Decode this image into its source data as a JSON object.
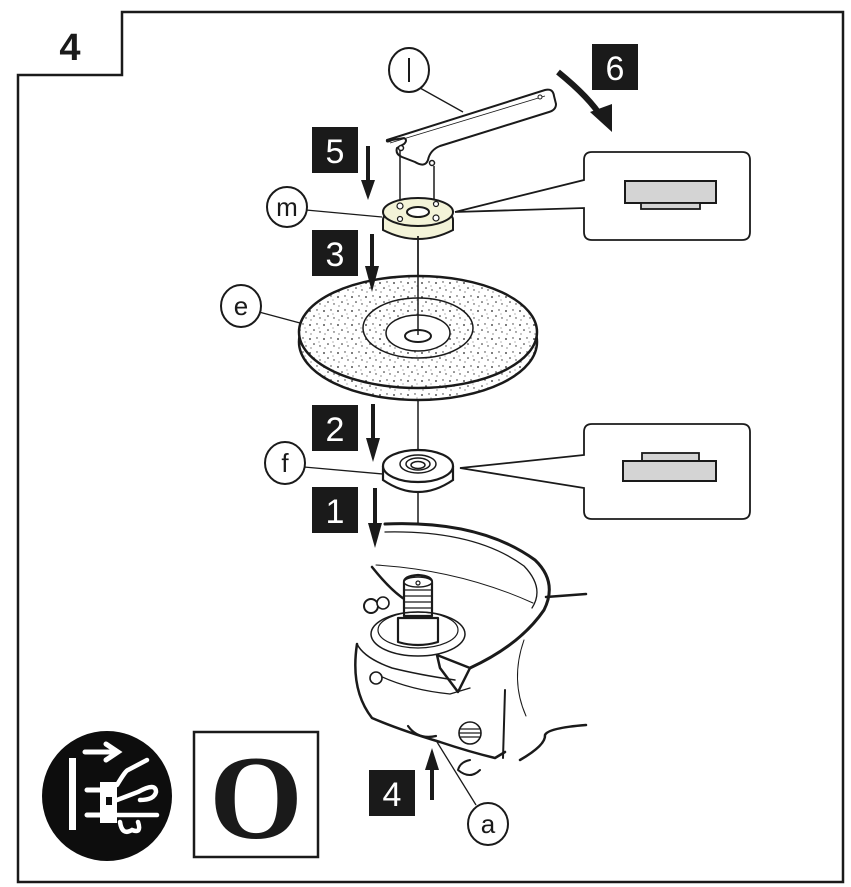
{
  "figure": {
    "number": "4",
    "type": "assembly-instruction-diagram",
    "subject": "angle grinder wheel mounting"
  },
  "steps": [
    {
      "label": "1",
      "direction": "down",
      "target": "guard"
    },
    {
      "label": "2",
      "direction": "down",
      "target": "inner-flange"
    },
    {
      "label": "3",
      "direction": "down",
      "target": "grinding-wheel"
    },
    {
      "label": "4",
      "direction": "up",
      "target": "spindle-lock-button"
    },
    {
      "label": "5",
      "direction": "down",
      "target": "lock-nut"
    },
    {
      "label": "6",
      "direction": "clockwise-tighten",
      "target": "spanner"
    }
  ],
  "parts": {
    "a": {
      "letter": "a",
      "name": "spindle-lock-button"
    },
    "e": {
      "letter": "e",
      "name": "grinding-wheel"
    },
    "f": {
      "letter": "f",
      "name": "inner-flange"
    },
    "l": {
      "letter": "l",
      "name": "spanner"
    },
    "m": {
      "letter": "m",
      "name": "lock-nut"
    }
  },
  "callouts": {
    "lock_nut_detail": {
      "orientation": "flat-side-up"
    },
    "inner_flange_detail": {
      "orientation": "raised-side-up"
    }
  },
  "symbols": {
    "unplug": {
      "meaning": "disconnect-power-plug"
    },
    "off_switch": {
      "label": "O"
    }
  },
  "colors": {
    "ink": "#1a1a1a",
    "step_box": "#1a1a1a",
    "detail_fill": "#d4d4d4",
    "lock_nut_tint": "#f3f3d8"
  }
}
